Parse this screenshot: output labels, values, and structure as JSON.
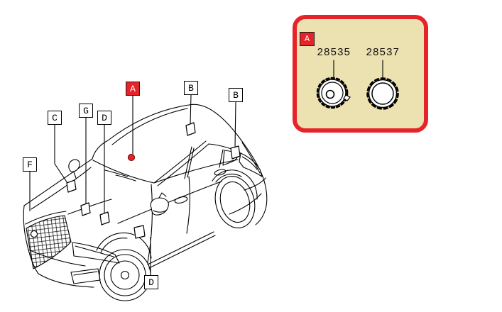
{
  "colors": {
    "accent_red": "#e62329",
    "inset_background": "#ece1b0",
    "line_black": "#000000",
    "callout_background": "#ffffff"
  },
  "main_diagram": {
    "callouts": [
      {
        "letter": "A",
        "highlighted": true
      },
      {
        "letter": "B",
        "highlighted": false
      },
      {
        "letter": "B",
        "highlighted": false
      },
      {
        "letter": "C",
        "highlighted": false
      },
      {
        "letter": "D",
        "highlighted": false
      },
      {
        "letter": "D",
        "highlighted": false
      },
      {
        "letter": "F",
        "highlighted": false
      },
      {
        "letter": "G",
        "highlighted": false
      }
    ]
  },
  "inset": {
    "corner_label": "A",
    "parts": [
      {
        "part_number": "28535"
      },
      {
        "part_number": "28537"
      }
    ]
  }
}
